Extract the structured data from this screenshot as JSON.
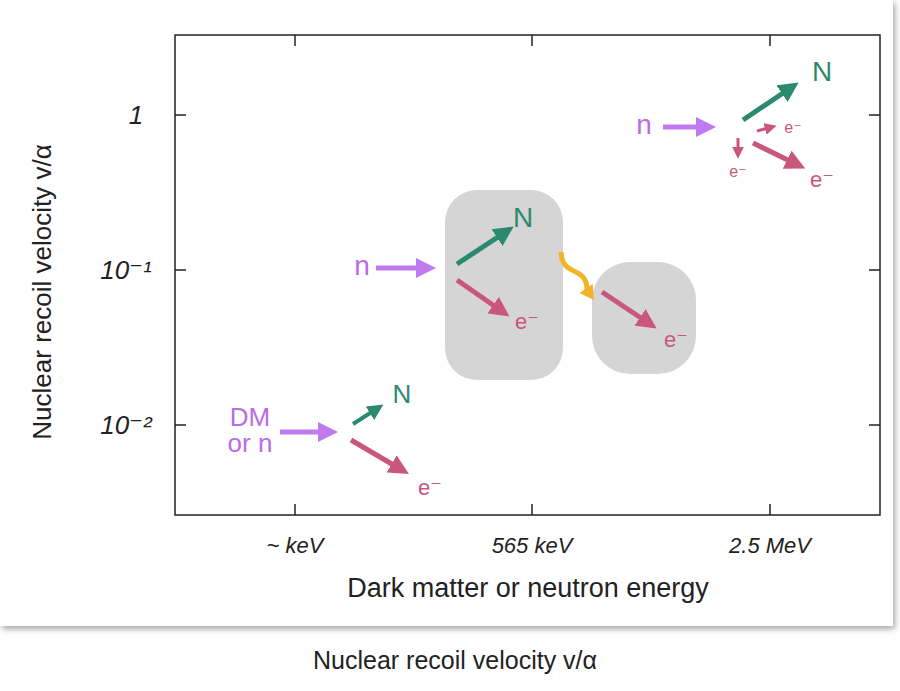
{
  "diagram": {
    "caption": "Nuclear recoil velocity v/α",
    "nodes": [
      {
        "text": [
          "N",
          "e⁻"
        ]
      },
      {
        "text": [
          "e⁻"
        ]
      }
    ],
    "edges": [
      {
        "from": 0,
        "to": 1,
        "arrow": "to"
      }
    ],
    "labels": [
      "Nuclear recoil velocity v/α",
      "1",
      "10⁻¹",
      "10⁻²",
      "~ keV",
      "565 keV",
      "2.5 MeV",
      "Dark matter or neutron energy",
      "n",
      "N",
      "e⁻",
      "e⁻",
      "e⁻",
      "n",
      "DM or n",
      "N",
      "e⁻"
    ]
  }
}
